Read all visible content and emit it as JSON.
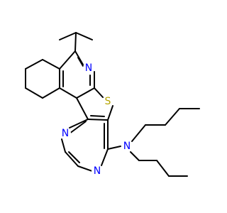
{
  "structure": {
    "colors": {
      "bond": "#000000",
      "nitrogen": "#0000ff",
      "sulfur": "#b5a400",
      "background": "#ffffff"
    },
    "atoms": {
      "n_pyridine": "N",
      "s_thiophene": "S",
      "n_pyrimidine_left": "N",
      "n_pyrimidine_right": "N",
      "n_amine": "N"
    }
  }
}
